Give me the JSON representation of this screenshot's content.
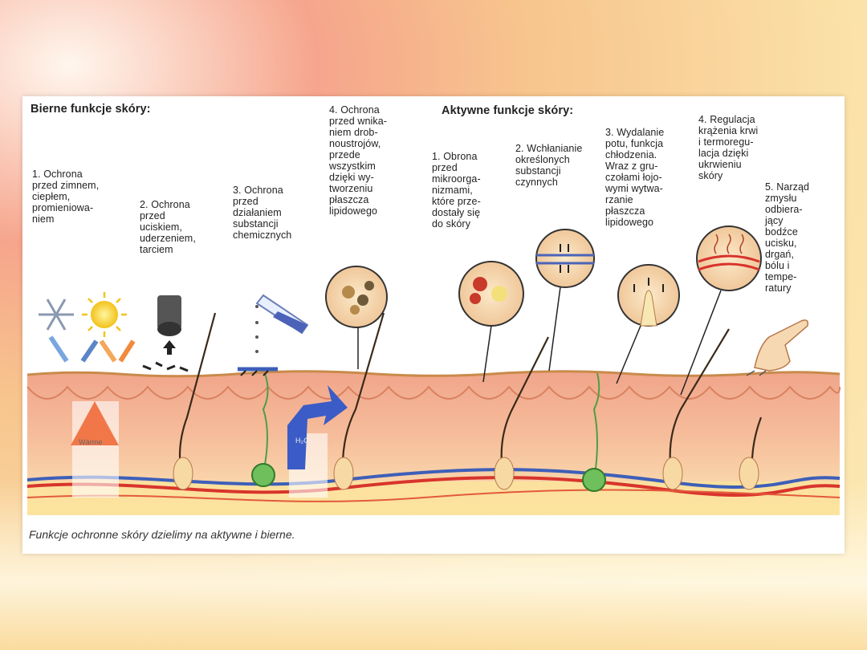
{
  "heading_passive": "Bierne funkcje skóry:",
  "heading_active": "Aktywne funkcje skóry:",
  "passive": [
    {
      "text": "1. Ochrona\n    przed zimnem,\n    ciepłem,\n    promieniowa-\n    niem"
    },
    {
      "text": "2. Ochrona\n    przed\n    uciskiem,\n    uderzeniem,\n    tarciem"
    },
    {
      "text": "3. Ochrona\n    przed\n    działaniem\n    substancji\n    chemicznych"
    },
    {
      "text": "4. Ochrona\n    przed wnika-\n    niem drob-\n    noustrojów,\n    przede\n    wszystkim\n    dzięki wy-\n    tworzeniu\n    płaszcza\n    lipidowego"
    }
  ],
  "active": [
    {
      "text": "1. Obrona\n    przed\n    mikroorga-\n    nizmami,\n    które prze-\n    dostały się\n    do skóry"
    },
    {
      "text": "2. Wchłanianie\n    określonych\n    substancji\n    czynnych"
    },
    {
      "text": "3. Wydalanie\n    potu, funkcja\n    chłodzenia.\n    Wraz z gru-\n    czołami łojo-\n    wymi wytwa-\n    rzanie\n    płaszcza\n    lipidowego"
    },
    {
      "text": "4. Regulacja\n    krążenia krwi\n    i termoregu-\n    lacja dzięki\n    ukrwieniu\n    skóry"
    },
    {
      "text": "5. Narząd\n    zmysłu\n    odbiera-\n    jący\n    bodźce\n    ucisku,\n    drgań,\n    bólu i\n    tempe-\n    ratury"
    }
  ],
  "labels": {
    "warmth": "Wärme",
    "water": "H₂O"
  },
  "caption": "Funkcje ochronne skóry dzielimy na aktywne i bierne.",
  "colors": {
    "skin_base": "#f4a58b",
    "dermis": "#f7c19a",
    "fat": "#fbe7a3",
    "vein": "#3d5fb8",
    "artery": "#d8342c",
    "gland": "#4f9e45"
  }
}
